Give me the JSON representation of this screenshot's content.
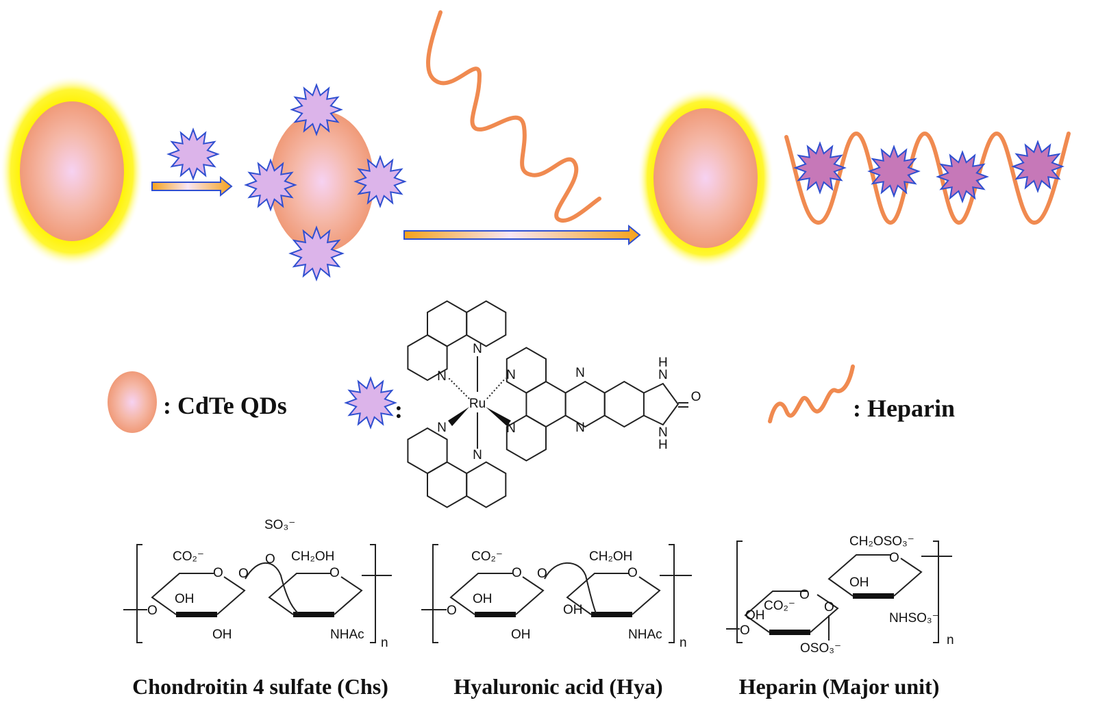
{
  "colors": {
    "qd_edge": "#f2a07e",
    "qd_center": "#f6d2f2",
    "glow": "#fff200",
    "star_fill": "#dcb4ea",
    "star_fill_bound": "#c678b8",
    "star_stroke": "#2f4fd0",
    "heparin": "#f08a50",
    "arrow_outline": "#2f4fd0"
  },
  "legend": {
    "qd_label": ": CdTe QDs",
    "ru_colon": ":",
    "heparin_label": ": Heparin"
  },
  "ru_complex": {
    "metal": "Ru",
    "nitrogen": "N",
    "hydrogen": "H",
    "oxygen": "O"
  },
  "structures": [
    {
      "name": "Chondroitin 4 sulfate (Chs)",
      "groups": [
        "CO₂⁻",
        "O",
        "OH",
        "OH",
        "O",
        "O",
        "SO₃⁻",
        "O",
        "CH₂OH",
        "O",
        "NHAc",
        "n"
      ]
    },
    {
      "name": "Hyaluronic acid (Hya)",
      "groups": [
        "CO₂⁻",
        "O",
        "OH",
        "OH",
        "O",
        "O",
        "CH₂OH",
        "O",
        "OH",
        "NHAc",
        "n"
      ]
    },
    {
      "name": "Heparin (Major unit)",
      "groups": [
        "CH₂OSO₃⁻",
        "O",
        "OH",
        "NHSO₃⁻",
        "O",
        "O",
        "CO₂⁻",
        "OH",
        "O",
        "OSO₃⁻",
        "n"
      ]
    }
  ]
}
